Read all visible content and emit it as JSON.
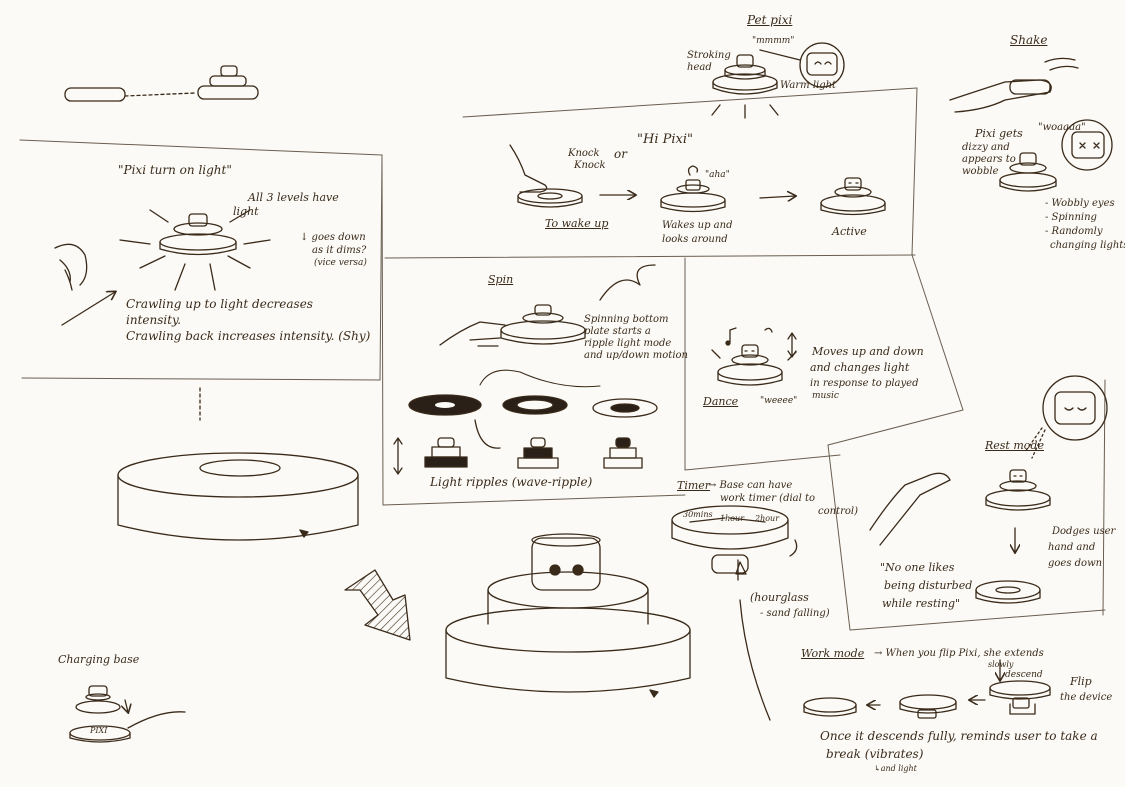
{
  "colors": {
    "ink": "#3a2a1a",
    "paper": "#fbfaf6",
    "dark_fill": "#2b2018"
  },
  "icons": [
    "hand-icon",
    "pixi-device-icon",
    "arrow-icon",
    "music-note-icon",
    "hourglass-icon",
    "charging-base-icon"
  ],
  "pet": {
    "title": "Pet pixi",
    "mmm": "\"mmmm\"",
    "stroking": "Stroking",
    "head": "head",
    "warm": "Warm light"
  },
  "shake": {
    "title": "Shake",
    "gets": "Pixi gets",
    "dizzy": "dizzy and",
    "appears": "appears to",
    "wobble": "wobble",
    "sound": "\"woaaaa\"",
    "b1": "- Wobbly eyes",
    "b2": "- Spinning",
    "b3": "- Randomly",
    "b4": "changing lights"
  },
  "turnon": {
    "title": "\"Pixi turn on light\"",
    "all3a": "All 3 levels have",
    "all3b": "light",
    "q1": "↓ goes down",
    "q2": "as it dims?",
    "q3": "(vice versa)",
    "c1": "Crawling up to light decreases",
    "c2": "intensity.",
    "c3": "Crawling back increases intensity. (Shy)"
  },
  "wake": {
    "knock1": "Knock",
    "knock2": "Knock",
    "or": "or",
    "hi": "\"Hi Pixi\"",
    "aha": "\"aha\"",
    "towake": "To wake up",
    "wakes1": "Wakes up and",
    "wakes2": "looks around",
    "active": "Active"
  },
  "spin": {
    "title": "Spin",
    "d1": "Spinning bottom",
    "d2": "plate starts a",
    "d3": "ripple light mode",
    "d4": "and up/down motion",
    "ripples": "Light ripples (wave-ripple)"
  },
  "dance": {
    "d1": "Moves up and down",
    "d2": "and changes light",
    "d3": "in response to played",
    "d4": "music",
    "label": "Dance",
    "sound": "\"weeee\""
  },
  "timer": {
    "title": "Timer",
    "d1": "→ Base can have",
    "d2": "work timer (dial to",
    "d3": "control)",
    "t30": "30mins",
    "t1": "1hour",
    "t2": "2hour",
    "hg1": "(hourglass",
    "hg2": "- sand falling)"
  },
  "rest": {
    "title": "Rest mode",
    "dodge1": "Dodges user",
    "dodge2": "hand and",
    "dodge3": "goes down",
    "q1": "\"No one likes",
    "q2": "being disturbed",
    "q3": "while resting\""
  },
  "work": {
    "title": "Work mode",
    "line": "→ When you flip Pixi, she extends",
    "slowly": "slowly",
    "descend": "descend",
    "flip1": "Flip",
    "flip2": "the device",
    "once": "Once it descends fully, reminds user to take a",
    "brk": "break (vibrates)",
    "andlight": "↳and light"
  },
  "charging": {
    "title": "Charging base",
    "brand": "PIXI"
  }
}
